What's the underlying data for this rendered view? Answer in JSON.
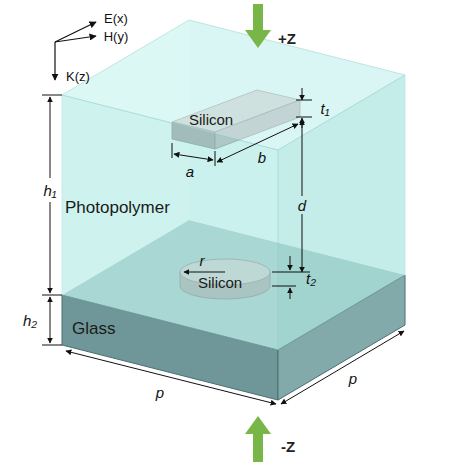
{
  "diagram": {
    "nodes": [
      {
        "text": [
          "Photopolymer"
        ]
      },
      {
        "text": [
          "Silicon"
        ],
        "in": 0
      },
      {
        "text": [
          "Silicon"
        ],
        "in": 0
      },
      {
        "text": [
          "Glass"
        ]
      }
    ],
    "labels": [
      "E(x)",
      "H(y)",
      "K(z)",
      "+Z",
      "t₁",
      "a",
      "b",
      "d",
      "h₁",
      "r",
      "t₂",
      "h₂",
      "p",
      "p",
      "-Z"
    ]
  }
}
